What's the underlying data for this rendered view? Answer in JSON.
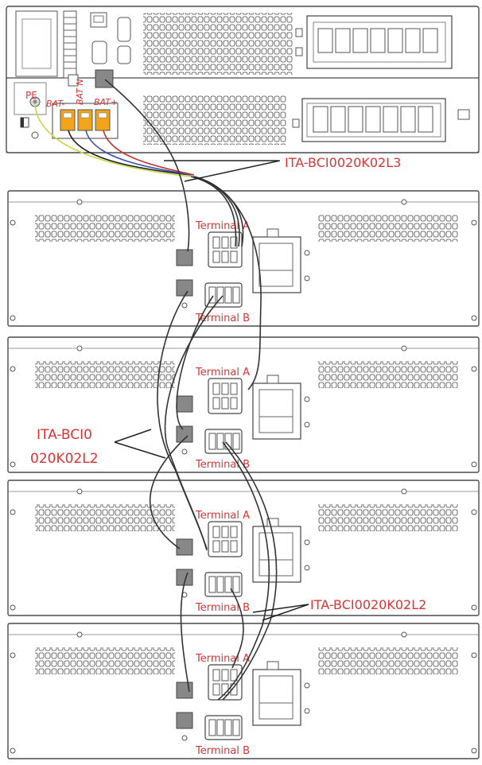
{
  "ups_labels": {
    "pe": "PE",
    "bat_minus": "BAT-",
    "bat_n": "BAT N",
    "bat_plus": "BAT+"
  },
  "cables": {
    "top_cable": "ITA-BCI0020K02L3",
    "left_cable_line1": "ITA-BCI0",
    "left_cable_line2": "020K02L2",
    "right_cable": "ITA-BCI0020K02L2"
  },
  "terminals": {
    "a": "Terminal A",
    "b": "Terminal B"
  },
  "colors": {
    "label_red": "#e03232",
    "connector_orange": "#f2a51a",
    "wire_yellow": "#c8d84a",
    "wire_blue": "#3a4fb5",
    "wire_red": "#c0392b",
    "wire_black": "#222222"
  }
}
